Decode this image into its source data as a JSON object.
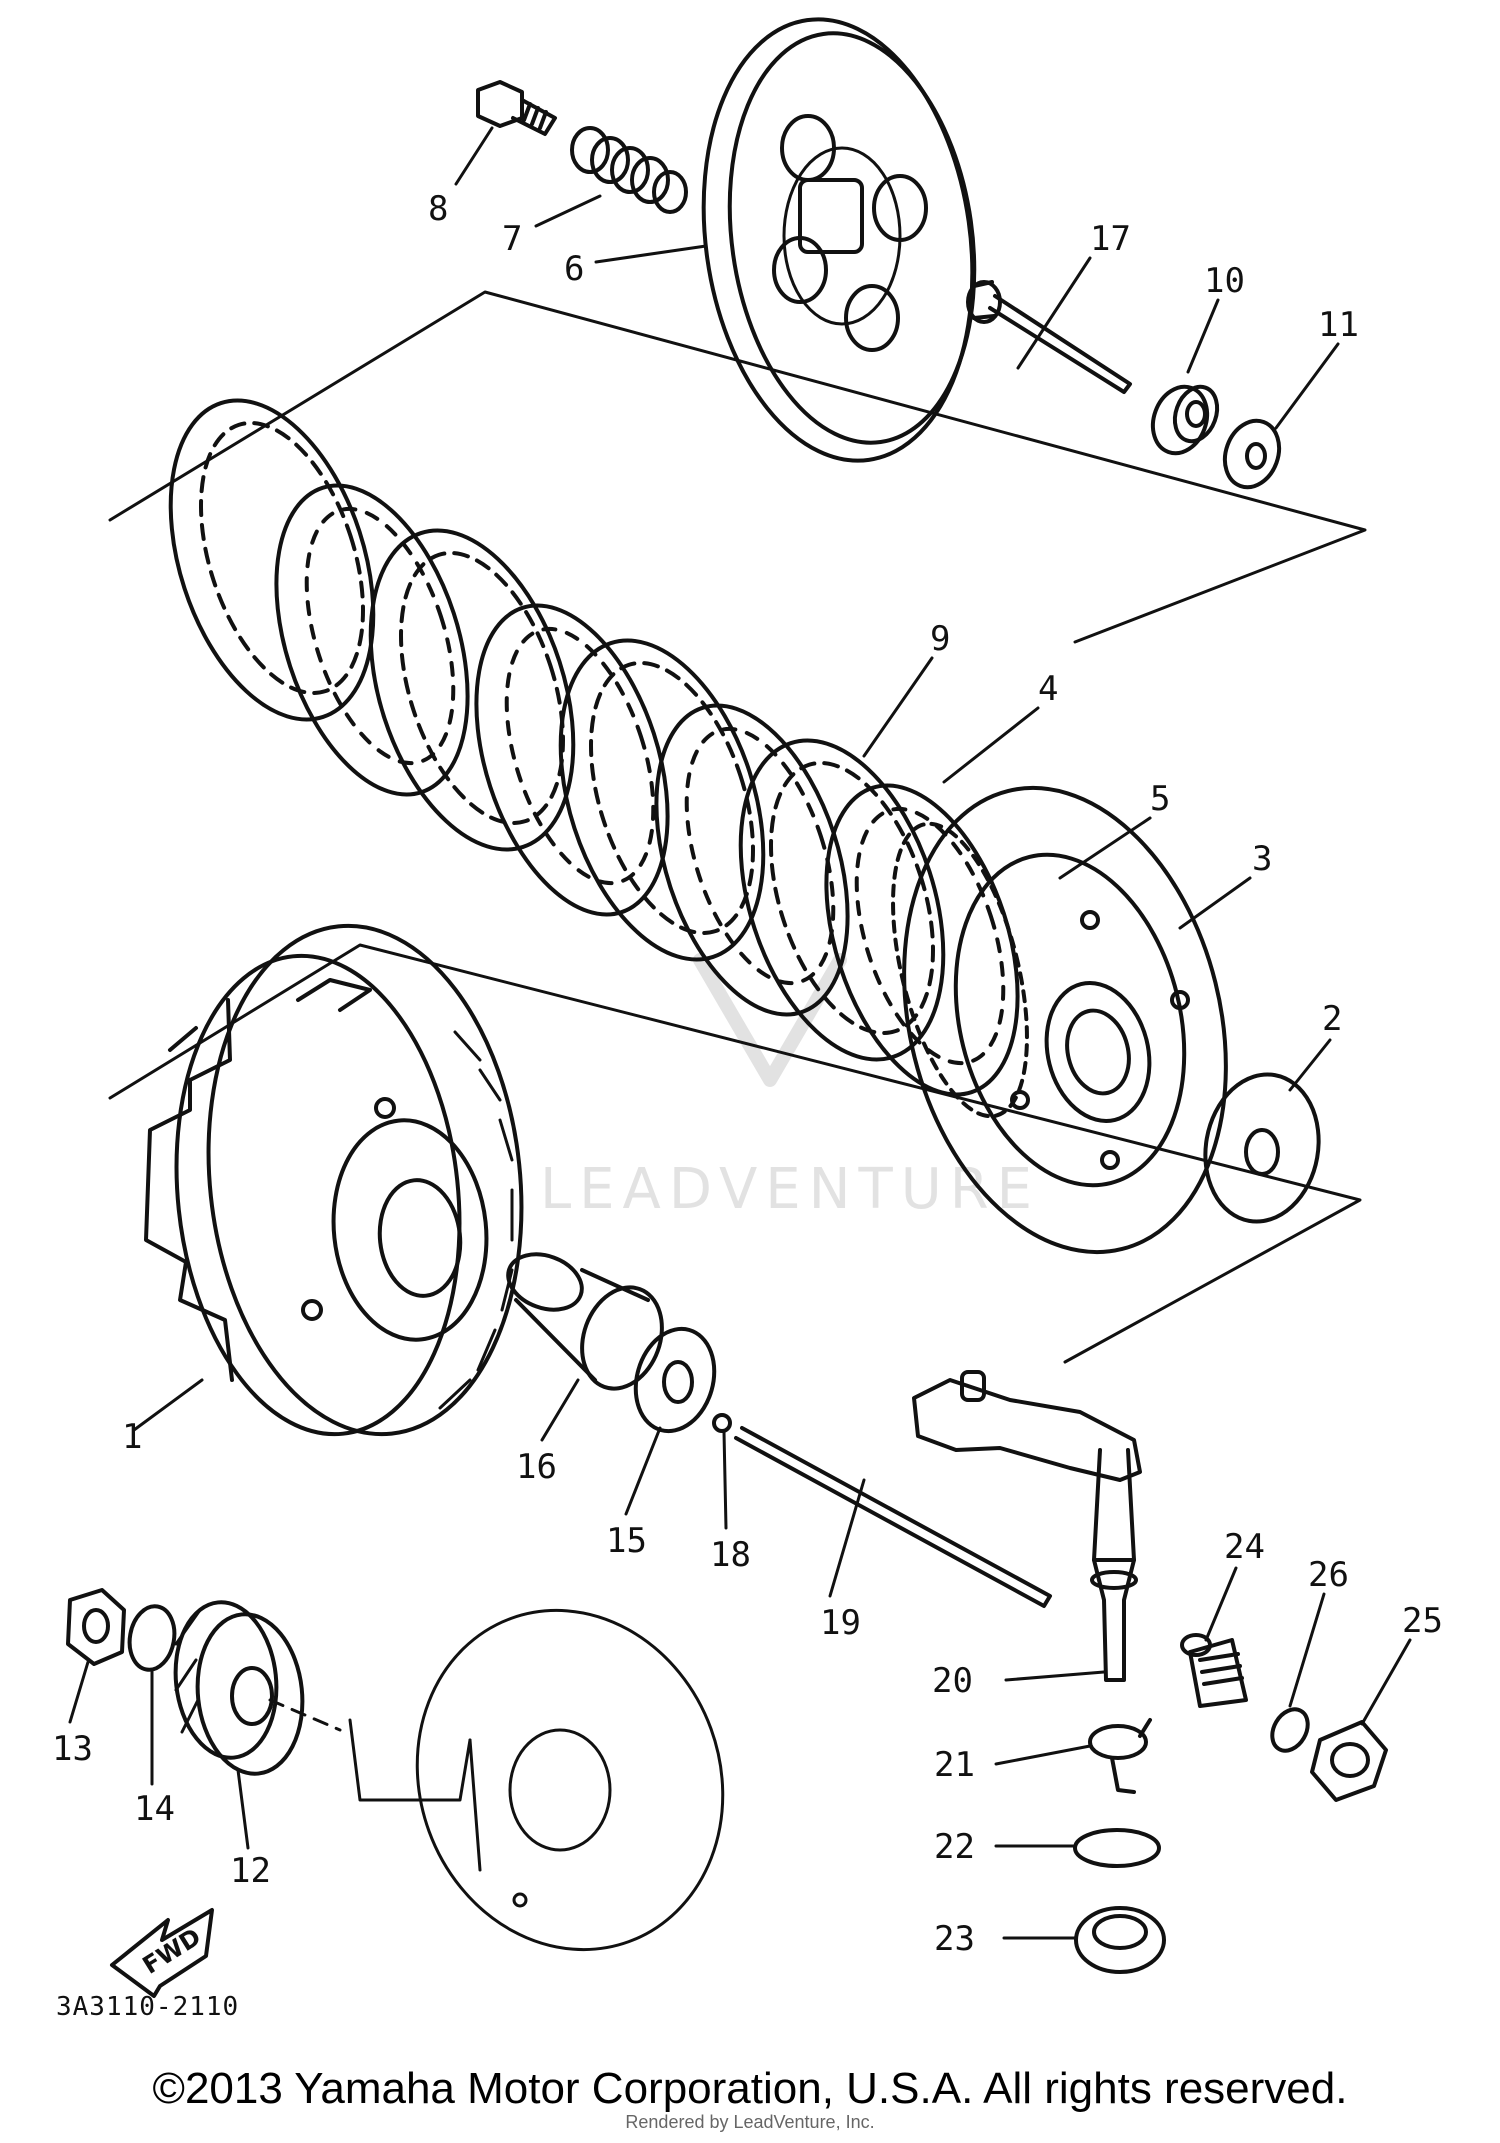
{
  "diagram": {
    "code": "3A3110-2110",
    "copyright": "©2013 Yamaha Motor Corporation, U.S.A. All rights reserved.",
    "rendered_by": "Rendered by LeadVenture, Inc.",
    "watermark_brand": "LEADVENTURE",
    "fwd_label": "FWD",
    "part_labels": [
      "1",
      "2",
      "3",
      "4",
      "5",
      "6",
      "7",
      "8",
      "9",
      "10",
      "11",
      "12",
      "13",
      "14",
      "15",
      "16",
      "17",
      "18",
      "19",
      "20",
      "21",
      "22",
      "23",
      "24",
      "25",
      "26"
    ]
  },
  "colors": {
    "ink": "#111111",
    "paper": "#ffffff",
    "watermark": "#e2e2e2"
  }
}
